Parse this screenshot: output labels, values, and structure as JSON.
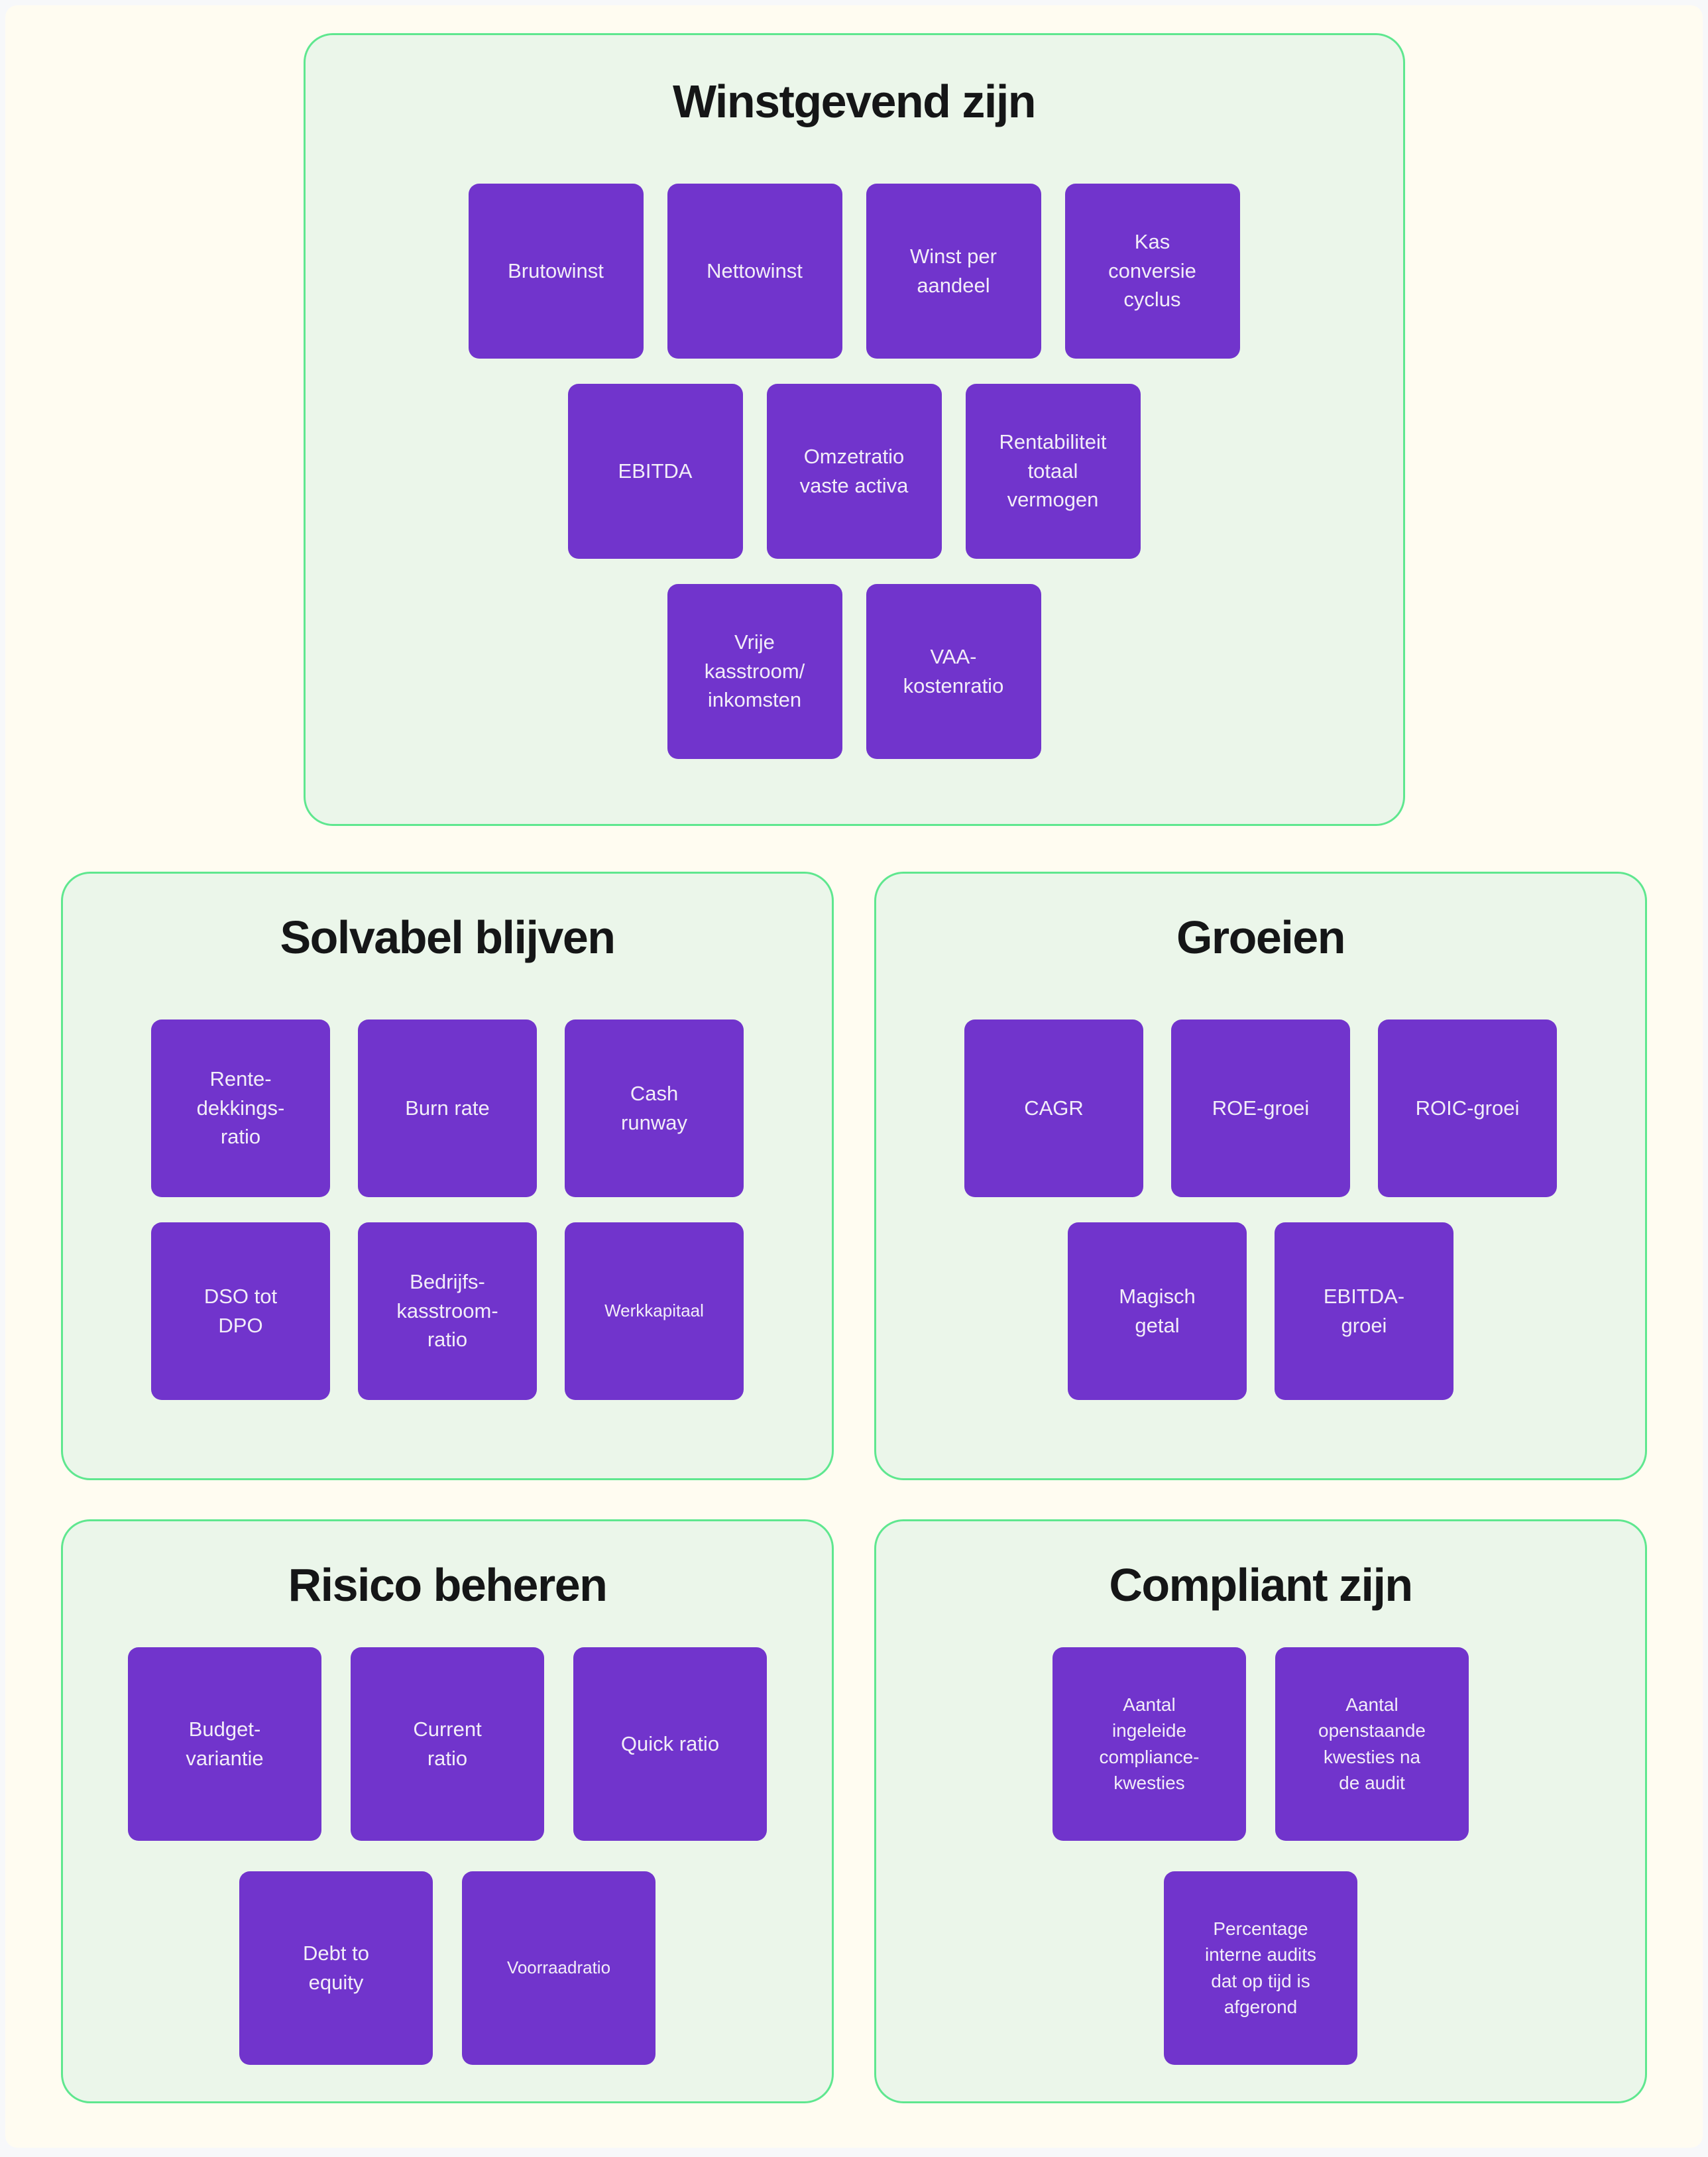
{
  "colors": {
    "page_bg": "#F7F8FA",
    "canvas_bg": "#FFFCF1",
    "section_bg": "#EBF6EA",
    "section_border": "#5FE78F",
    "tile_bg": "#7134CC",
    "tile_text": "#F2EDF8",
    "title_text": "#151617"
  },
  "sections": [
    {
      "title": "Winstgevend zijn",
      "rows": [
        [
          "Brutowinst",
          "Nettowinst",
          "Winst per\naandeel",
          "Kas\nconversie\ncyclus"
        ],
        [
          "EBITDA",
          "Omzetratio\nvaste activa",
          "Rentabiliteit\ntotaal\nvermogen"
        ],
        [
          "Vrije\nkasstroom/\ninkomsten",
          "VAA-\nkostenratio"
        ]
      ]
    },
    {
      "title": "Solvabel blijven",
      "rows": [
        [
          "Rente-\ndekkings-\nratio",
          "Burn rate",
          "Cash\nrunway"
        ],
        [
          "DSO tot\nDPO",
          "Bedrijfs-\nkasstroom-\nratio",
          "Werkkapitaal"
        ]
      ]
    },
    {
      "title": "Groeien",
      "rows": [
        [
          "CAGR",
          "ROE-groei",
          "ROIC-groei"
        ],
        [
          "Magisch\ngetal",
          "EBITDA-\ngroei"
        ]
      ]
    },
    {
      "title": "Risico beheren",
      "rows": [
        [
          "Budget-\nvariantie",
          "Current\nratio",
          "Quick ratio"
        ],
        [
          "Debt to\nequity",
          "Voorraadratio"
        ]
      ]
    },
    {
      "title": "Compliant zijn",
      "rows": [
        [
          "Aantal\ningeleide\ncompliance-\nkwesties",
          "Aantal\nopenstaande\nkwesties na\nde audit"
        ],
        [
          "Percentage\ninterne audits\ndat op tijd is\nafgerond"
        ]
      ]
    }
  ]
}
